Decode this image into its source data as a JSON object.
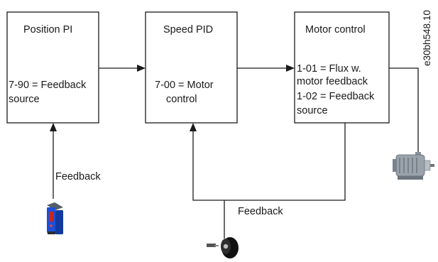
{
  "blocks": {
    "position": {
      "title": "Position PI",
      "line1": "7-90 = Feedback",
      "line2": "source"
    },
    "speed": {
      "title": "Speed PID",
      "line1": "7-00 = Motor",
      "line2": "control"
    },
    "motor": {
      "title": "Motor control",
      "line1": "1-01 = Flux w.",
      "line2": "motor feedback",
      "line3": "1-02 = Feedback",
      "line4": "source"
    }
  },
  "feedback_labels": {
    "sensor": "Feedback",
    "encoder": "Feedback"
  },
  "figure_ref": "e30bh548.10",
  "icons": {
    "sensor": "laser-sensor-icon",
    "encoder": "encoder-icon",
    "motor": "electric-motor-icon"
  },
  "colors": {
    "line": "#1a1a1a",
    "sensor_blue": "#1f4fd8",
    "sensor_red": "#c8281e",
    "encoder_body": "#111111",
    "motor_gray": "#9aa3ab"
  }
}
